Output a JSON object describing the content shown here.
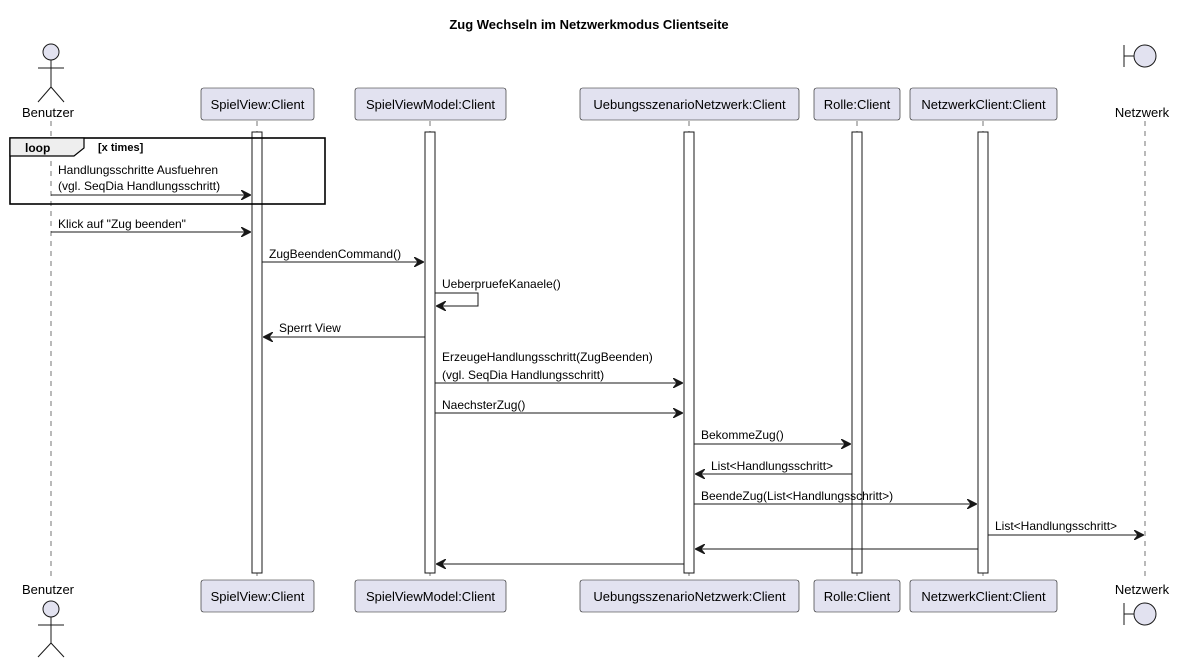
{
  "title": "Zug Wechseln im Netzwerkmodus Clientseite",
  "participants": {
    "benutzer": "Benutzer",
    "spielview": "SpielView:Client",
    "spielviewmodel": "SpielViewModel:Client",
    "uebungsszenario": "UebungsszenarioNetzwerk:Client",
    "rolle": "Rolle:Client",
    "netzwerkclient": "NetzwerkClient:Client",
    "netzwerk": "Netzwerk"
  },
  "loop": {
    "keyword": "loop",
    "condition": "[x times]"
  },
  "messages": [
    {
      "from": "benutzer",
      "to": "spielview",
      "lines": [
        "Handlungsschritte Ausfuehren",
        "(vgl. SeqDia Handlungsschritt)"
      ]
    },
    {
      "from": "benutzer",
      "to": "spielview",
      "lines": [
        "Klick auf \"Zug beenden\""
      ]
    },
    {
      "from": "spielview",
      "to": "spielviewmodel",
      "lines": [
        "ZugBeendenCommand()"
      ]
    },
    {
      "from": "spielviewmodel",
      "to": "spielviewmodel",
      "lines": [
        "UeberpruefeKanaele()"
      ]
    },
    {
      "from": "spielviewmodel",
      "to": "spielview",
      "lines": [
        "Sperrt View"
      ]
    },
    {
      "from": "spielviewmodel",
      "to": "uebungsszenario",
      "lines": [
        "ErzeugeHandlungsschritt(ZugBeenden)",
        "(vgl. SeqDia Handlungsschritt)"
      ]
    },
    {
      "from": "spielviewmodel",
      "to": "uebungsszenario",
      "lines": [
        "NaechsterZug()"
      ]
    },
    {
      "from": "uebungsszenario",
      "to": "rolle",
      "lines": [
        "BekommeZug()"
      ]
    },
    {
      "from": "rolle",
      "to": "uebungsszenario",
      "lines": [
        "List<Handlungsschritt>"
      ]
    },
    {
      "from": "uebungsszenario",
      "to": "netzwerkclient",
      "lines": [
        "BeendeZug(List<Handlungsschritt>)"
      ]
    },
    {
      "from": "netzwerkclient",
      "to": "netzwerk",
      "lines": [
        "List<Handlungsschritt>"
      ]
    },
    {
      "from": "netzwerkclient",
      "to": "uebungsszenario",
      "lines": []
    },
    {
      "from": "uebungsszenario",
      "to": "spielviewmodel",
      "lines": []
    }
  ],
  "colors": {
    "participant_fill": "#E2E2F0",
    "line": "#181818",
    "background": "#FFFFFF"
  }
}
